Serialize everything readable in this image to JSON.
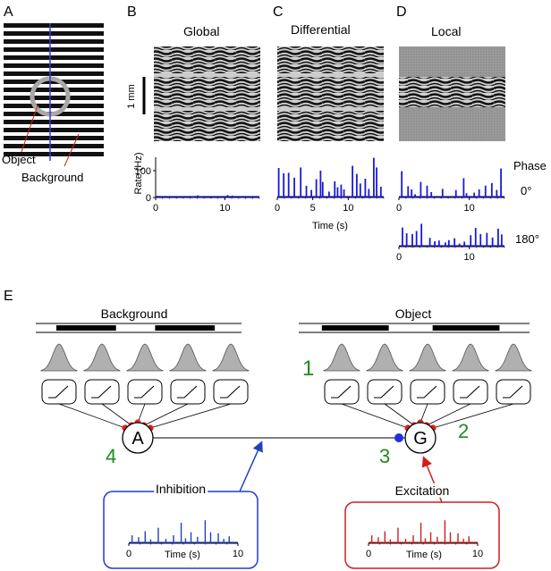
{
  "panels": {
    "A": {
      "letter": "A",
      "object_label": "Object",
      "background_label": "Background"
    },
    "B": {
      "letter": "B",
      "title": "Global",
      "scale_label": "1 mm",
      "ylabel": "Rate (Hz)"
    },
    "C": {
      "letter": "C",
      "title": "Differential",
      "xlabel": "Time (s)"
    },
    "D": {
      "letter": "D",
      "title": "Local",
      "phase_label": "Phase",
      "phase_0": "0°",
      "phase_180": "180°"
    },
    "E": {
      "letter": "E",
      "background_label": "Background",
      "object_label": "Object",
      "node_a": "A",
      "node_g": "G",
      "num_1": "1",
      "num_2": "2",
      "num_3": "3",
      "num_4": "4",
      "inhibition_label": "Inhibition",
      "excitation_label": "Excitation",
      "box_xlabel": "Time (s)"
    }
  },
  "colors": {
    "spike": "#1a1ad6",
    "inhibition": "#1f3fc4",
    "excitation": "#cf1f1f",
    "numbers": "#1f8a1f",
    "gray": "#999999"
  },
  "chart_data": [
    {
      "type": "bar",
      "panel": "B",
      "ylabel": "Rate (Hz)",
      "xlim": [
        0,
        15
      ],
      "ylim": [
        0,
        150
      ],
      "yticks": [
        0,
        100
      ],
      "xticks": [
        0,
        10
      ],
      "spikes": [
        [
          0.3,
          6
        ],
        [
          5.4,
          4
        ],
        [
          6.1,
          8
        ],
        [
          6.6,
          5
        ],
        [
          10.4,
          9
        ],
        [
          11.1,
          7
        ]
      ]
    },
    {
      "type": "bar",
      "panel": "C",
      "xlabel": "Time (s)",
      "xlim": [
        0,
        15
      ],
      "ylim": [
        0,
        150
      ],
      "xticks": [
        0,
        5,
        10
      ],
      "spikes": [
        [
          0.2,
          110
        ],
        [
          0.9,
          90
        ],
        [
          1.6,
          92
        ],
        [
          2.4,
          74
        ],
        [
          3.3,
          112
        ],
        [
          4.1,
          44
        ],
        [
          4.8,
          28
        ],
        [
          5.5,
          68
        ],
        [
          6.1,
          100
        ],
        [
          6.4,
          58
        ],
        [
          7.3,
          22
        ],
        [
          8.1,
          60
        ],
        [
          8.5,
          38
        ],
        [
          9.0,
          48
        ],
        [
          9.4,
          30
        ],
        [
          10.6,
          118
        ],
        [
          11.2,
          88
        ],
        [
          11.7,
          52
        ],
        [
          12.4,
          70
        ],
        [
          12.9,
          32
        ],
        [
          13.6,
          148
        ],
        [
          14.0,
          112
        ],
        [
          14.6,
          40
        ]
      ]
    },
    {
      "type": "bar",
      "panel": "D",
      "phase": "0°",
      "xlim": [
        0,
        15
      ],
      "ylim": [
        0,
        150
      ],
      "xticks": [
        0,
        10
      ],
      "spikes": [
        [
          0.4,
          98
        ],
        [
          1.3,
          42
        ],
        [
          1.8,
          30
        ],
        [
          2.3,
          12
        ],
        [
          3.1,
          58
        ],
        [
          4.0,
          44
        ],
        [
          4.6,
          20
        ],
        [
          6.2,
          32
        ],
        [
          8.1,
          28
        ],
        [
          9.2,
          72
        ],
        [
          9.6,
          16
        ],
        [
          10.7,
          18
        ],
        [
          11.4,
          30
        ],
        [
          12.3,
          44
        ],
        [
          13.2,
          54
        ],
        [
          13.9,
          28
        ],
        [
          14.5,
          108
        ]
      ]
    },
    {
      "type": "bar",
      "panel": "D",
      "phase": "180°",
      "xlim": [
        0,
        15
      ],
      "ylim": [
        0,
        150
      ],
      "xticks": [
        0,
        10
      ],
      "spikes": [
        [
          0.5,
          100
        ],
        [
          1.1,
          70
        ],
        [
          1.9,
          66
        ],
        [
          2.5,
          82
        ],
        [
          3.2,
          120
        ],
        [
          4.4,
          46
        ],
        [
          5.1,
          28
        ],
        [
          5.7,
          32
        ],
        [
          6.6,
          22
        ],
        [
          7.1,
          34
        ],
        [
          7.9,
          44
        ],
        [
          8.6,
          16
        ],
        [
          9.3,
          26
        ],
        [
          10.2,
          60
        ],
        [
          10.9,
          98
        ],
        [
          11.6,
          66
        ],
        [
          12.5,
          72
        ],
        [
          13.3,
          48
        ],
        [
          14.1,
          94
        ],
        [
          14.6,
          64
        ]
      ]
    },
    {
      "type": "bar",
      "panel": "E-inhibition",
      "xlabel": "Time (s)",
      "xlim": [
        0,
        10
      ],
      "xticks": [
        0,
        10
      ],
      "spikes": [
        [
          0.3,
          32
        ],
        [
          0.9,
          24
        ],
        [
          1.5,
          48
        ],
        [
          2.0,
          16
        ],
        [
          2.7,
          62
        ],
        [
          3.4,
          18
        ],
        [
          4.1,
          32
        ],
        [
          4.8,
          82
        ],
        [
          5.2,
          20
        ],
        [
          5.7,
          44
        ],
        [
          6.3,
          26
        ],
        [
          7.0,
          92
        ],
        [
          7.5,
          44
        ],
        [
          8.2,
          40
        ],
        [
          8.7,
          18
        ],
        [
          9.2,
          28
        ]
      ]
    },
    {
      "type": "bar",
      "panel": "E-excitation",
      "xlabel": "Time (s)",
      "xlim": [
        0,
        10
      ],
      "xticks": [
        0,
        10
      ],
      "spikes": [
        [
          0.3,
          32
        ],
        [
          0.9,
          24
        ],
        [
          1.5,
          48
        ],
        [
          2.0,
          16
        ],
        [
          2.7,
          62
        ],
        [
          3.4,
          18
        ],
        [
          4.1,
          32
        ],
        [
          4.8,
          82
        ],
        [
          5.2,
          20
        ],
        [
          5.7,
          44
        ],
        [
          6.3,
          26
        ],
        [
          7.0,
          92
        ],
        [
          7.5,
          44
        ],
        [
          8.2,
          40
        ],
        [
          8.7,
          18
        ],
        [
          9.2,
          28
        ]
      ]
    }
  ]
}
